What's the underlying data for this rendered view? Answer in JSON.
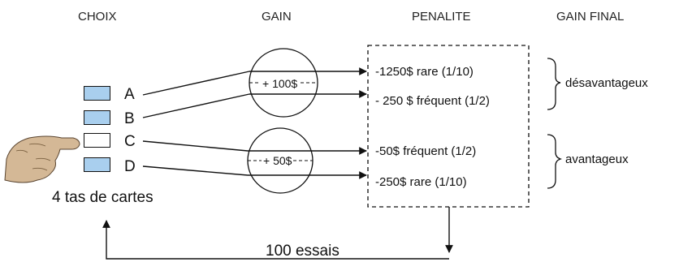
{
  "headers": {
    "choice": "CHOIX",
    "gain": "GAIN",
    "penalty": "PENALITE",
    "final_gain": "GAIN FINAL"
  },
  "decks": [
    {
      "letter": "A",
      "color": "#a9cfee"
    },
    {
      "letter": "B",
      "color": "#a9cfee"
    },
    {
      "letter": "C",
      "color": "#ffffff"
    },
    {
      "letter": "D",
      "color": "#a9cfee"
    }
  ],
  "gains": {
    "high": "+ 100$",
    "low": "+ 50$"
  },
  "penalties": [
    "-1250$ rare (1/10)",
    "- 250 $ fréquent (1/2)",
    "-50$ fréquent (1/2)",
    "-250$ rare (1/10)"
  ],
  "categories": {
    "bad": "désavantageux",
    "good": "avantageux"
  },
  "decks_caption": "4 tas de cartes",
  "trials_caption": "100 essais"
}
